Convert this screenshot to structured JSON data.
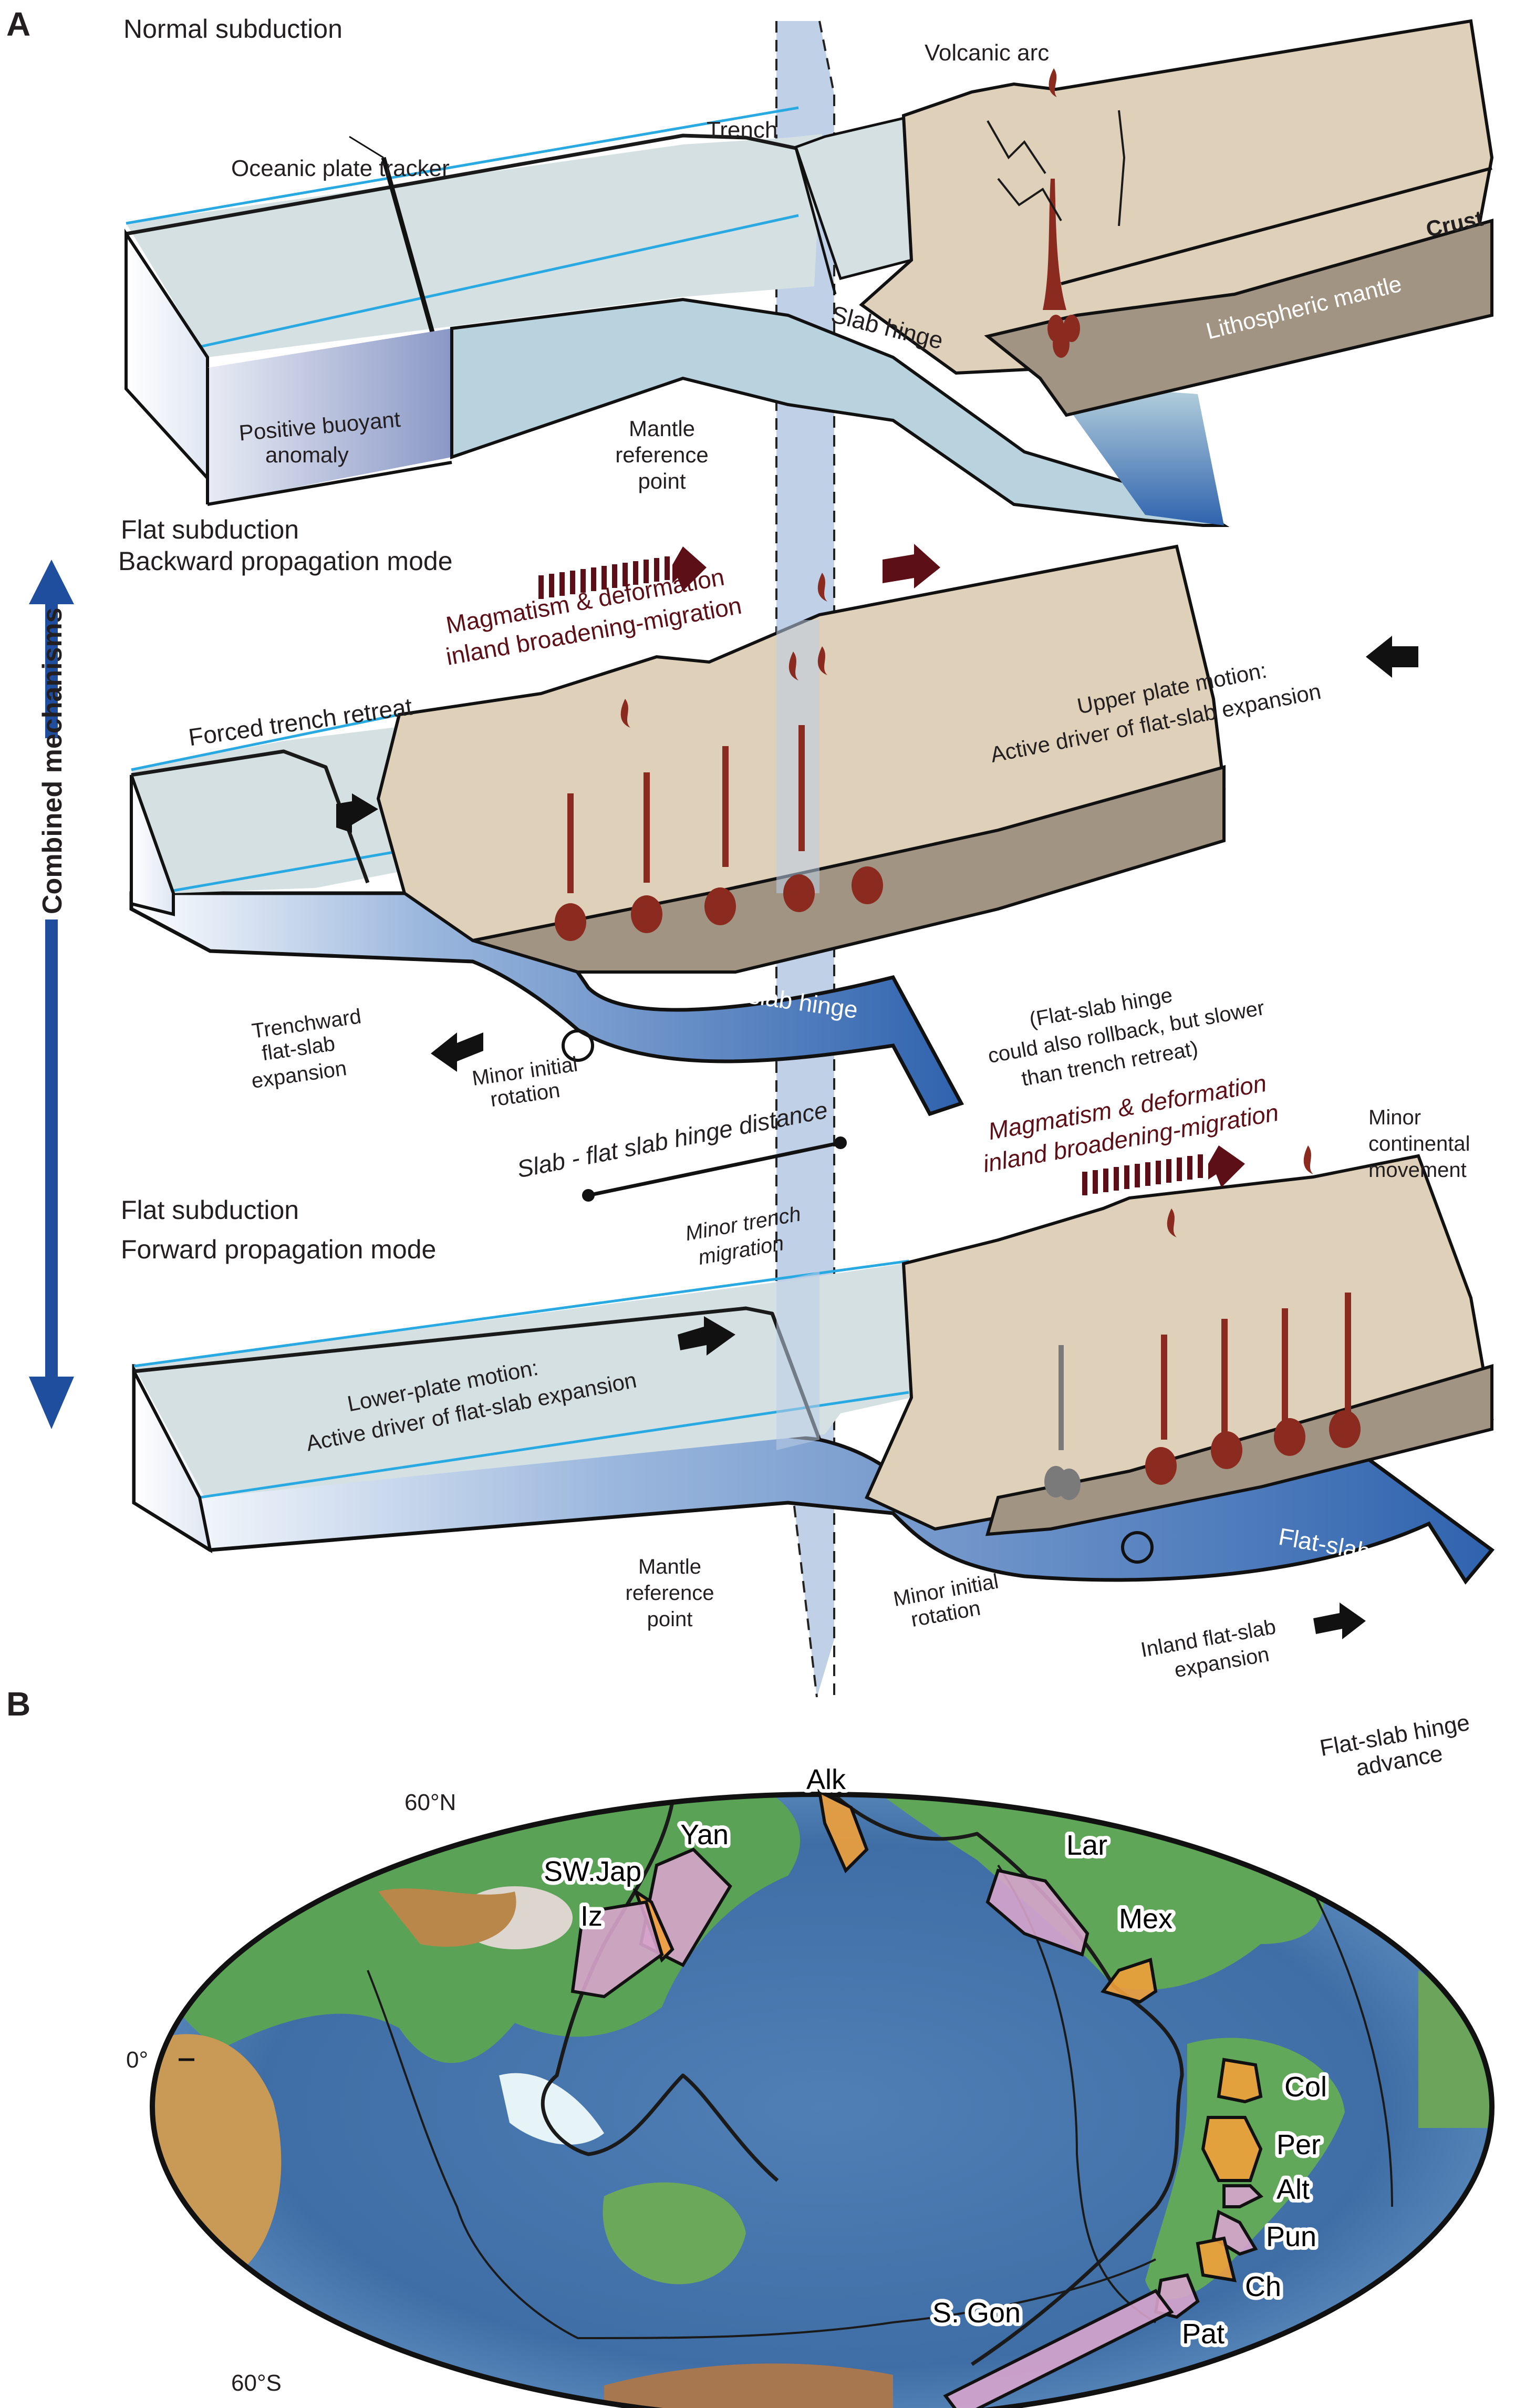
{
  "figure": {
    "panel_a_label": "A",
    "panel_b_label": "B",
    "colors": {
      "oceanic_plate_top": "#d4e0e2",
      "oceanic_plate_side": "#b8d3dd",
      "slab_blue_dark": "#2f63ae",
      "continental_crust": "#dfd0b9",
      "lithospheric_mantle": "#a19482",
      "magma_red": "#8b2a1e",
      "magma_dark": "#5c0f16",
      "reference_band": "#bccde6",
      "combined_arrow": "#1f4e9e",
      "plate_edge_cyan": "#29a9e1",
      "flat_slab_orange": "#f1a03a",
      "flat_slab_pink": "#d7a4cc"
    }
  },
  "side_axis": {
    "label": "Combined mechanisms",
    "icon": "double-headed-vertical-arrow"
  },
  "normal_subduction": {
    "title": "Normal subduction",
    "labels": {
      "oceanic_plate_tracker": "Oceanic plate tracker",
      "trench": "Trench",
      "volcanic_arc": "Volcanic arc",
      "crust": "Crust",
      "lithospheric_mantle": "Lithospheric mantle",
      "slab_hinge": "Slab hinge",
      "positive_buoyant_anomaly": [
        "Positive buoyant",
        "anomaly"
      ],
      "mantle_reference_point": [
        "Mantle",
        "reference",
        "point"
      ]
    }
  },
  "backward_mode": {
    "title_line1": "Flat subduction",
    "title_line2": "Backward propagation mode",
    "magmatism": [
      "Magmatism & deformation",
      "inland broadening-migration"
    ],
    "forced_trench_retreat": "Forced trench retreat",
    "upper_plate_motion": [
      "Upper plate motion:",
      "Active driver of flat-slab expansion"
    ],
    "flat_slab_hinge": "Flat-slab hinge",
    "trenchward_expansion": [
      "Trenchward",
      "flat-slab",
      "expansion"
    ],
    "minor_initial_rotation": [
      "Minor initial",
      "rotation"
    ],
    "rollback_note": [
      "(Flat-slab hinge",
      "could also rollback, but slower",
      "than trench retreat)"
    ],
    "slab_hinge_distance": "Slab - flat slab hinge distance"
  },
  "forward_mode": {
    "title_line1": "Flat subduction",
    "title_line2": "Forward propagation mode",
    "magmatism": [
      "Magmatism & deformation",
      "inland broadening-migration"
    ],
    "minor_continental_movement": [
      "Minor",
      "continental",
      "movement"
    ],
    "minor_trench_migration": [
      "Minor trench",
      "migration"
    ],
    "lower_plate_motion": [
      "Lower-plate motion:",
      "Active driver of flat-slab expansion"
    ],
    "flat_slab_hinge": "Flat-slab hinge",
    "mantle_reference_point": [
      "Mantle",
      "reference",
      "point"
    ],
    "minor_initial_rotation": [
      "Minor initial",
      "rotation"
    ],
    "inland_expansion": [
      "Inland flat-slab",
      "expansion"
    ],
    "hinge_advance": [
      "Flat-slab hinge",
      "advance"
    ]
  },
  "map": {
    "latitude_labels": [
      "60°N",
      "0°",
      "60°S"
    ],
    "regions": [
      {
        "name": "Alk",
        "mode": "forward",
        "color": "#f1a03a"
      },
      {
        "name": "Yan",
        "mode": "backward",
        "color": "#d7a4cc"
      },
      {
        "name": "SW.Jap",
        "mode": "forward",
        "color": "#f1a03a"
      },
      {
        "name": "Iz",
        "mode": "backward",
        "color": "#d7a4cc"
      },
      {
        "name": "Lar",
        "mode": "backward",
        "color": "#d7a4cc"
      },
      {
        "name": "Mex",
        "mode": "forward",
        "color": "#f1a03a"
      },
      {
        "name": "Col",
        "mode": "forward",
        "color": "#f1a03a"
      },
      {
        "name": "Per",
        "mode": "forward",
        "color": "#f1a03a"
      },
      {
        "name": "Alt",
        "mode": "backward",
        "color": "#d7a4cc"
      },
      {
        "name": "Pun",
        "mode": "backward",
        "color": "#d7a4cc"
      },
      {
        "name": "Ch",
        "mode": "forward",
        "color": "#f1a03a"
      },
      {
        "name": "Pat",
        "mode": "backward",
        "color": "#d7a4cc"
      },
      {
        "name": "S. Gon",
        "mode": "backward",
        "color": "#d7a4cc"
      }
    ]
  }
}
